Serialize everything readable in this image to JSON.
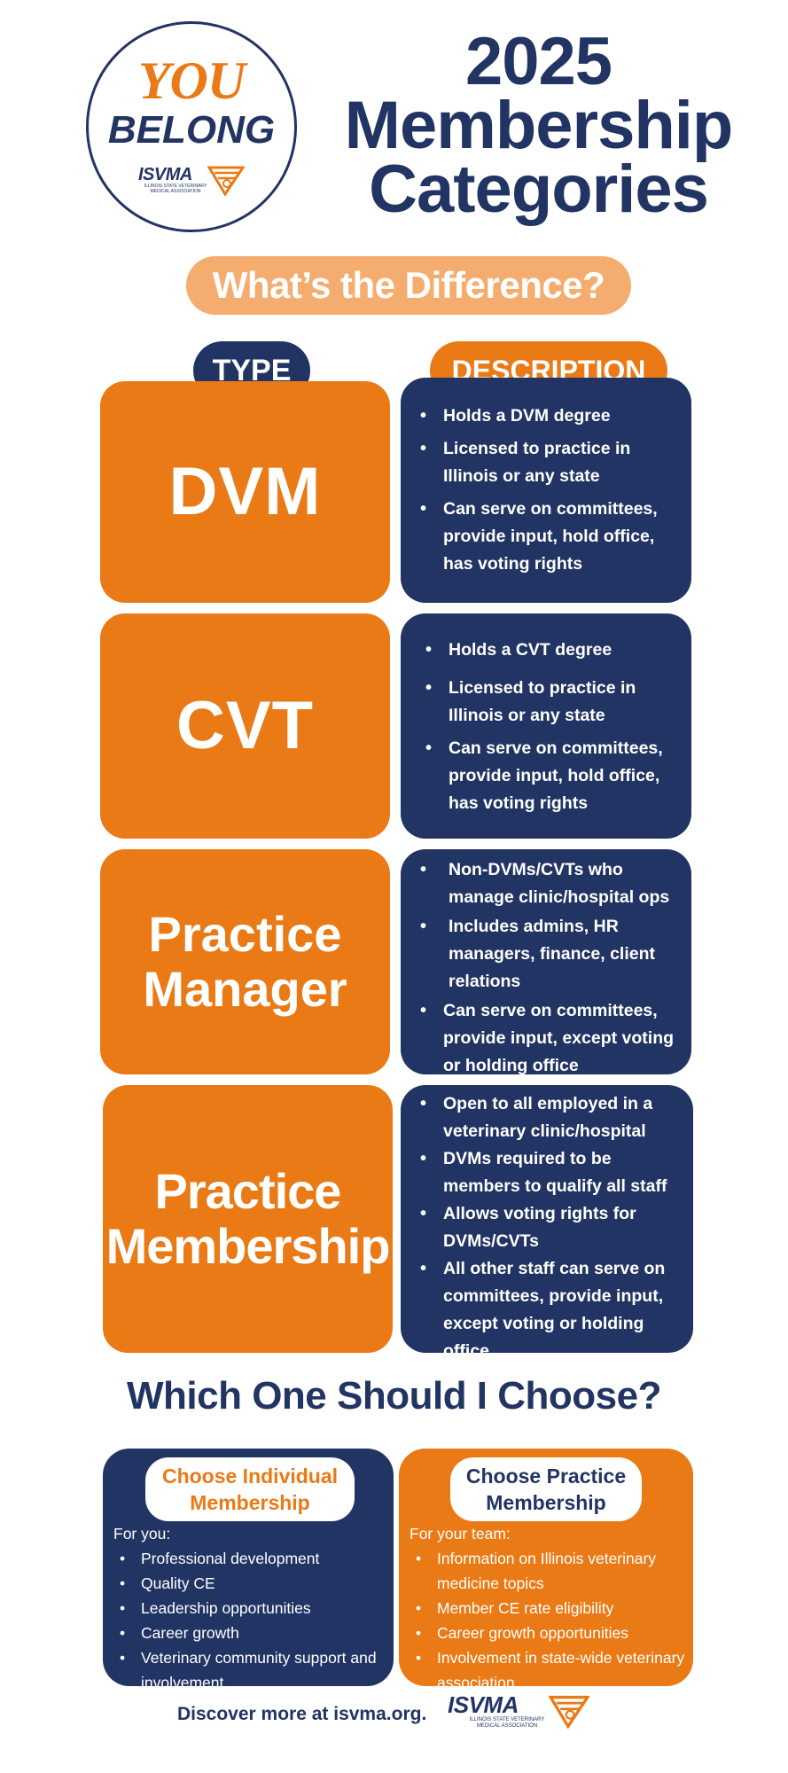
{
  "logo": {
    "you": "YOU",
    "belong": "BELONG",
    "isvma": "ISVMA",
    "isvma_sub": "ILLINOIS STATE VETERINARY MEDICAL ASSOCIATION"
  },
  "title": {
    "line1": "2025",
    "line2": "Membership",
    "line3": "Categories"
  },
  "difference_label": "What’s the Difference?",
  "column_headers": {
    "type": "TYPE",
    "description": "DESCRIPTION"
  },
  "rows": [
    {
      "type_lines": [
        "DVM"
      ],
      "bullets": [
        "Holds a DVM degree",
        "Licensed to practice in Illinois or any state",
        "Can serve on committees, provide input, hold office, has voting rights"
      ]
    },
    {
      "type_lines": [
        "CVT"
      ],
      "bullets": [
        "Holds a CVT degree",
        "Licensed to practice in Illinois or any state",
        "Can serve on committees, provide input, hold office, has voting rights"
      ]
    },
    {
      "type_lines": [
        "Practice",
        "Manager"
      ],
      "bullets": [
        "Non-DVMs/CVTs who manage clinic/hospital ops",
        "Includes admins, HR managers, finance, client relations",
        "Can serve on committees, provide input, except voting or holding office"
      ]
    },
    {
      "type_lines": [
        "Practice",
        "Membership"
      ],
      "bullets": [
        "Open to all employed in a veterinary clinic/hospital",
        "DVMs required to be members to qualify all staff",
        "Allows voting rights for DVMs/CVTs",
        "All other staff can serve on committees, provide input, except voting or holding office"
      ]
    }
  ],
  "which_title": "Which One Should I Choose?",
  "choose_individual": {
    "title_line1": "Choose Individual",
    "title_line2": "Membership",
    "intro": "For you:",
    "items": [
      "Professional development",
      "Quality CE",
      "Leadership opportunities",
      "Career growth",
      "Veterinary community support and involvement"
    ]
  },
  "choose_practice": {
    "title_line1": "Choose Practice",
    "title_line2": "Membership",
    "intro": "For your team:",
    "items": [
      "Information on Illinois veterinary medicine topics",
      "Member CE rate eligibility",
      "Career growth opportunities",
      "Involvement in state-wide veterinary association"
    ]
  },
  "footer": {
    "text": "Discover more at isvma.org.",
    "isvma": "ISVMA",
    "isvma_sub": "ILLINOIS STATE VETERINARY MEDICAL ASSOCIATION"
  },
  "colors": {
    "navy": "#213463",
    "orange": "#ea7a16",
    "peach": "#f4ad6e"
  }
}
